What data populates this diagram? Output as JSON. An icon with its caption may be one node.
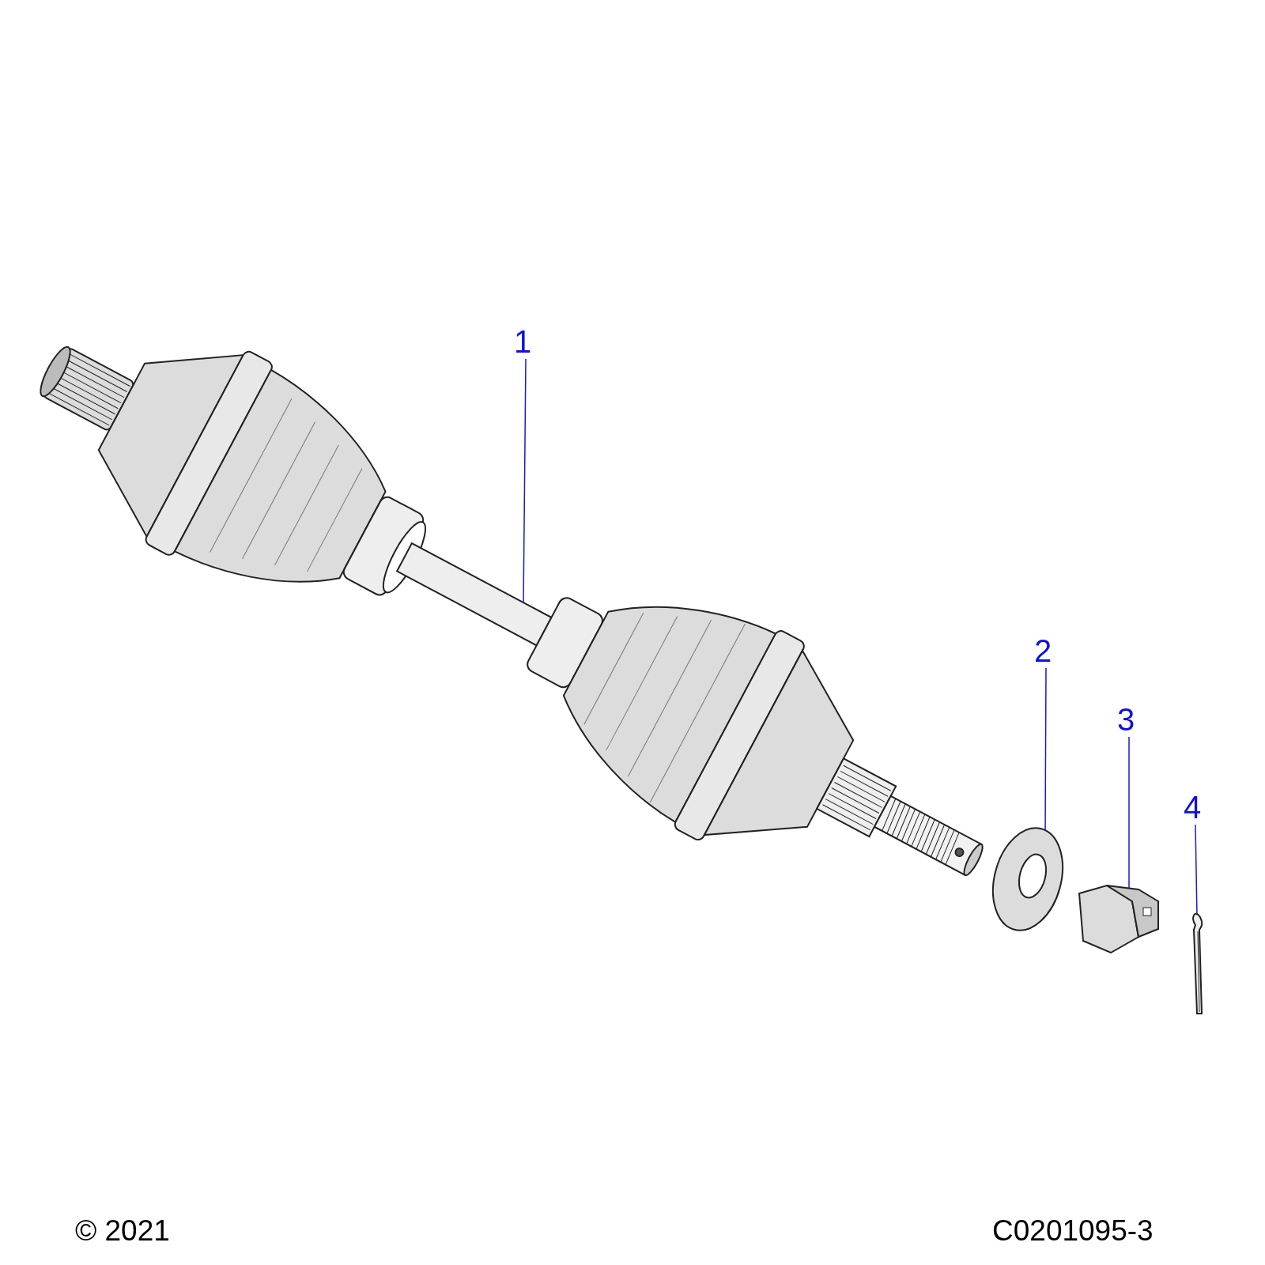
{
  "diagram": {
    "nodes": [
      {
        "text": [
          "1"
        ]
      },
      {
        "text": [],
        "shape": "picture"
      },
      {
        "text": [
          "2"
        ]
      },
      {
        "text": [],
        "shape": "picture"
      },
      {
        "text": [
          "3"
        ]
      },
      {
        "text": [],
        "shape": "picture"
      },
      {
        "text": [
          "4"
        ]
      },
      {
        "text": [],
        "shape": "picture"
      }
    ],
    "edges": [
      {
        "from": 0,
        "to": 1,
        "arrow": "none"
      },
      {
        "from": 2,
        "to": 3,
        "arrow": "none"
      },
      {
        "from": 4,
        "to": 5,
        "arrow": "none"
      },
      {
        "from": 6,
        "to": 7,
        "arrow": "none"
      }
    ],
    "labels": [
      "© 2021",
      "C0201095-3"
    ]
  }
}
